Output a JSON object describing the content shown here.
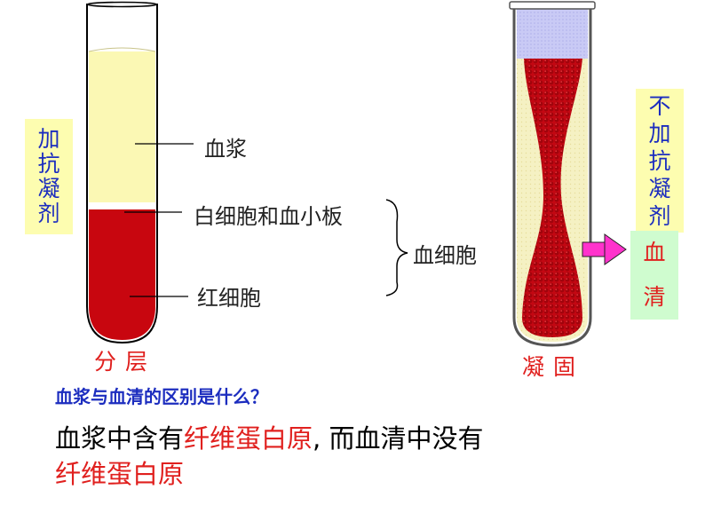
{
  "left_tube": {
    "side_label": [
      "加",
      "抗",
      "凝",
      "剂"
    ],
    "layer_labels": {
      "plasma": "血浆",
      "wbc_platelets": "白细胞和血小板",
      "rbc": "红细胞"
    },
    "brace_label": "血细胞",
    "caption": "分层"
  },
  "right_tube": {
    "side_label": [
      "不",
      "加",
      "抗",
      "凝",
      "剂"
    ],
    "serum_label": [
      "血",
      "清"
    ],
    "caption": "凝固"
  },
  "question": "血浆与血清的区别是什么？",
  "answer": {
    "part1": "血浆中含有",
    "part2": "纤维蛋白原",
    "part3": ", 而血清中没有",
    "part4": "纤维蛋白原"
  },
  "colors": {
    "plasma": "#fbf8b4",
    "blood_red": "#c7060f",
    "label_blue": "#1c2dbf",
    "label_bg_yellow": "#fdfdb0",
    "serum_green": "#cffccf",
    "arrow_magenta": "#ff33cc",
    "highlight_red": "#e0201e"
  }
}
